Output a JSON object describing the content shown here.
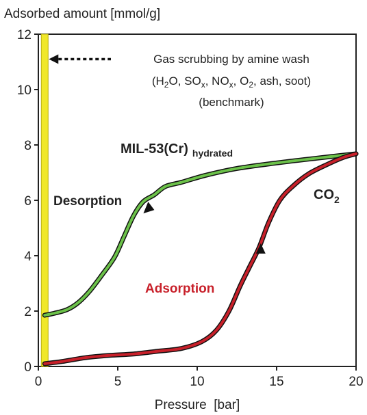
{
  "chart_data": {
    "type": "line",
    "title": "",
    "ylabel": "Adsorbed amount [mmol/g]",
    "xlabel": "Pressure  [bar]",
    "xlim": [
      0,
      20
    ],
    "ylim": [
      0,
      12
    ],
    "xticks": [
      0,
      5,
      10,
      15,
      20
    ],
    "yticks": [
      0,
      2,
      4,
      6,
      8,
      10,
      12
    ],
    "grid": false,
    "series": [
      {
        "name": "Desorption",
        "color": "#6cc24a",
        "points": [
          [
            0.4,
            1.85
          ],
          [
            1,
            1.92
          ],
          [
            1.8,
            2.05
          ],
          [
            2.5,
            2.3
          ],
          [
            3.2,
            2.7
          ],
          [
            4,
            3.3
          ],
          [
            4.8,
            3.95
          ],
          [
            5.4,
            4.7
          ],
          [
            6,
            5.45
          ],
          [
            6.6,
            5.95
          ],
          [
            7.3,
            6.2
          ],
          [
            8,
            6.5
          ],
          [
            9,
            6.65
          ],
          [
            10.5,
            6.9
          ],
          [
            12.5,
            7.15
          ],
          [
            15,
            7.35
          ],
          [
            17.5,
            7.52
          ],
          [
            20,
            7.68
          ]
        ],
        "arrow_at": [
          7.0,
          5.7
        ],
        "arrow_dir": "down-left"
      },
      {
        "name": "Adsorption",
        "color": "#c8202a",
        "points": [
          [
            0.4,
            0.1
          ],
          [
            1.5,
            0.18
          ],
          [
            3,
            0.32
          ],
          [
            4.5,
            0.4
          ],
          [
            6,
            0.45
          ],
          [
            7.5,
            0.55
          ],
          [
            9,
            0.65
          ],
          [
            10.3,
            0.9
          ],
          [
            11.2,
            1.3
          ],
          [
            12,
            2.0
          ],
          [
            12.7,
            2.9
          ],
          [
            13.3,
            3.6
          ],
          [
            13.9,
            4.3
          ],
          [
            14.5,
            5.2
          ],
          [
            15.2,
            6.0
          ],
          [
            16,
            6.5
          ],
          [
            17,
            6.95
          ],
          [
            18.2,
            7.3
          ],
          [
            19.2,
            7.55
          ],
          [
            20,
            7.68
          ]
        ],
        "arrow_at": [
          14.0,
          4.2
        ],
        "arrow_dir": "up"
      }
    ],
    "benchmark": {
      "x": 0.4,
      "color": "#f0e82a",
      "arrow_y": 11.1,
      "label_lines": [
        "Gas scrubbing by amine wash",
        "(H",
        "2",
        "O, SO",
        "x",
        ", NO",
        "x",
        ", O",
        "2",
        ", ash, soot)",
        "(benchmark)"
      ]
    },
    "annotations": {
      "material": "MIL-53(Cr)",
      "material_sub": "hydrated",
      "gas": "CO",
      "gas_sub": "2",
      "desorption": "Desorption",
      "adsorption": "Adsorption"
    }
  }
}
